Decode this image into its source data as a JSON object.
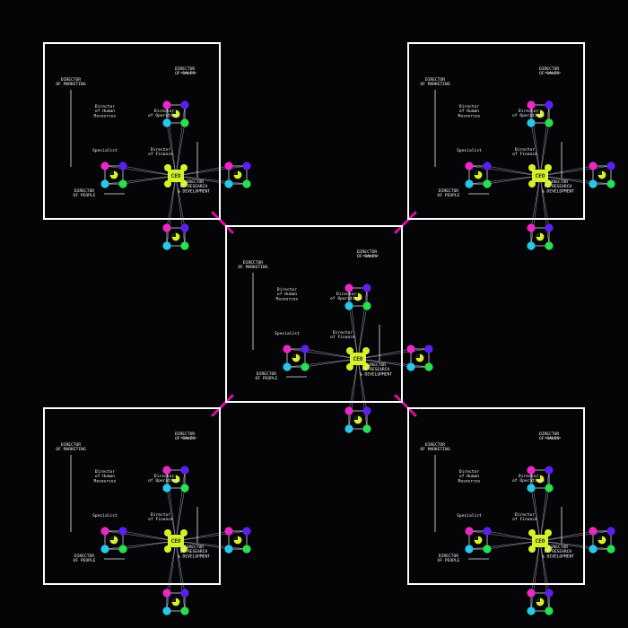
{
  "colors": {
    "background": "#050507",
    "frame": "#ffffff",
    "connector": "#e0109f",
    "node_magenta": "#ea28c8",
    "node_violet": "#5b1ff0",
    "node_cyan": "#28c8e8",
    "node_green": "#28e050",
    "hub_lime": "#d6f02a",
    "text": "#f2f2f2"
  },
  "org": {
    "ceo": "CEO",
    "labels": {
      "director_sales": [
        "DIRECTOR",
        "OF SALES"
      ],
      "director_marketing": [
        "DIRECTOR",
        "OF MARKETING"
      ],
      "director_human_resources": [
        "Director",
        "of Human",
        "Resources"
      ],
      "director_operations": [
        "Director",
        "of Operations"
      ],
      "specialist": [
        "Specialist"
      ],
      "director_finance": [
        "Director",
        "of Finance"
      ],
      "director_people": [
        "DIRECTOR",
        "OF PEOPLE"
      ],
      "director_research_development": [
        "DIRECTOR",
        "OF RESEARCH",
        "& DEVELOPMENT"
      ]
    }
  },
  "panels": [
    {
      "id": "top-left"
    },
    {
      "id": "top-right"
    },
    {
      "id": "center"
    },
    {
      "id": "bottom-left"
    },
    {
      "id": "bottom-right"
    }
  ],
  "icons": [
    "unit-node-icon",
    "pie-hub-icon",
    "ceo-hub-icon",
    "connector-tick-icon"
  ]
}
